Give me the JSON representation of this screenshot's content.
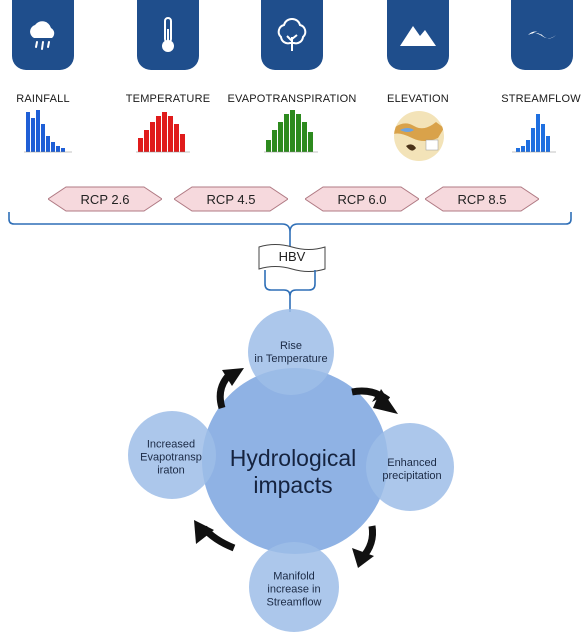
{
  "variables": [
    {
      "label": "RAINFALL",
      "icon": "rain-cloud-icon",
      "bar_color": "#1f5fd6"
    },
    {
      "label": "TEMPERATURE",
      "icon": "thermometer-icon",
      "bar_color": "#e01b1b"
    },
    {
      "label": "EVAPOTRANSPIRATION",
      "icon": "tree-icon",
      "bar_color": "#2d8a1e"
    },
    {
      "label": "ELEVATION",
      "icon": "mountain-icon",
      "bar_color": "#d9a24a"
    },
    {
      "label": "STREAMFLOW",
      "icon": "water-flow-icon",
      "bar_color": "#1f6fe0"
    }
  ],
  "scenarios": [
    "RCP 2.6",
    "RCP 4.5",
    "RCP 6.0",
    "RCP 8.5"
  ],
  "model": "HBV",
  "center": {
    "line1": "Hydrological",
    "line2": "impacts"
  },
  "cycle": {
    "top": [
      "Rise",
      "in Temperature"
    ],
    "right": [
      "Enhanced",
      "precipitation"
    ],
    "bottom": [
      "Manifold",
      "increase in",
      "Streamflow"
    ],
    "left": [
      "Increased",
      "Evapotransp",
      "iraton"
    ]
  },
  "colors": {
    "tile": "#1f4e8c",
    "rcp_fill": "#f6d9dd",
    "bracket": "#2f6fb7",
    "circle": "#8fb2e4",
    "arrow": "#111111"
  }
}
